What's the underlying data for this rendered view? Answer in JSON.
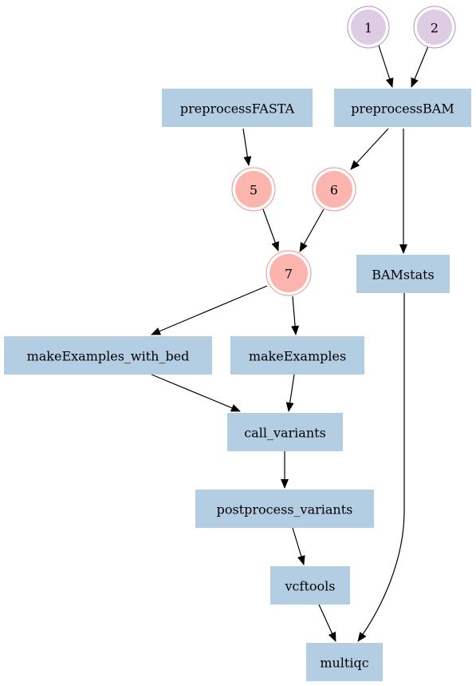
{
  "colors": {
    "box_fill": "#b3cde3",
    "input_fill": "#decbe4",
    "input_ring": "#b58ec4",
    "intermediate_fill": "#fbb4ae",
    "intermediate_ring": "#f48f88",
    "edge": "#000000"
  },
  "nodes": [
    {
      "id": "n1",
      "type": "circle",
      "kind": "input",
      "label": "1"
    },
    {
      "id": "n2",
      "type": "circle",
      "kind": "input",
      "label": "2"
    },
    {
      "id": "preprocessFASTA",
      "type": "box",
      "label": "preprocessFASTA"
    },
    {
      "id": "preprocessBAM",
      "type": "box",
      "label": "preprocessBAM"
    },
    {
      "id": "n5",
      "type": "circle",
      "kind": "intermediate",
      "label": "5"
    },
    {
      "id": "n6",
      "type": "circle",
      "kind": "intermediate",
      "label": "6"
    },
    {
      "id": "n7",
      "type": "circle",
      "kind": "intermediate",
      "label": "7"
    },
    {
      "id": "BAMstats",
      "type": "box",
      "label": "BAMstats"
    },
    {
      "id": "makeExamples_with_bed",
      "type": "box",
      "label": "makeExamples_with_bed"
    },
    {
      "id": "makeExamples",
      "type": "box",
      "label": "makeExamples"
    },
    {
      "id": "call_variants",
      "type": "box",
      "label": "call_variants"
    },
    {
      "id": "postprocess_variants",
      "type": "box",
      "label": "postprocess_variants"
    },
    {
      "id": "vcftools",
      "type": "box",
      "label": "vcftools"
    },
    {
      "id": "multiqc",
      "type": "box",
      "label": "multiqc"
    }
  ],
  "edges": [
    {
      "from": "n1",
      "to": "preprocessBAM"
    },
    {
      "from": "n2",
      "to": "preprocessBAM"
    },
    {
      "from": "preprocessFASTA",
      "to": "n5"
    },
    {
      "from": "preprocessBAM",
      "to": "n6"
    },
    {
      "from": "preprocessBAM",
      "to": "BAMstats"
    },
    {
      "from": "n5",
      "to": "n7"
    },
    {
      "from": "n6",
      "to": "n7"
    },
    {
      "from": "n7",
      "to": "makeExamples_with_bed"
    },
    {
      "from": "n7",
      "to": "makeExamples"
    },
    {
      "from": "makeExamples_with_bed",
      "to": "call_variants"
    },
    {
      "from": "makeExamples",
      "to": "call_variants"
    },
    {
      "from": "call_variants",
      "to": "postprocess_variants"
    },
    {
      "from": "postprocess_variants",
      "to": "vcftools"
    },
    {
      "from": "vcftools",
      "to": "multiqc"
    },
    {
      "from": "BAMstats",
      "to": "multiqc"
    }
  ]
}
